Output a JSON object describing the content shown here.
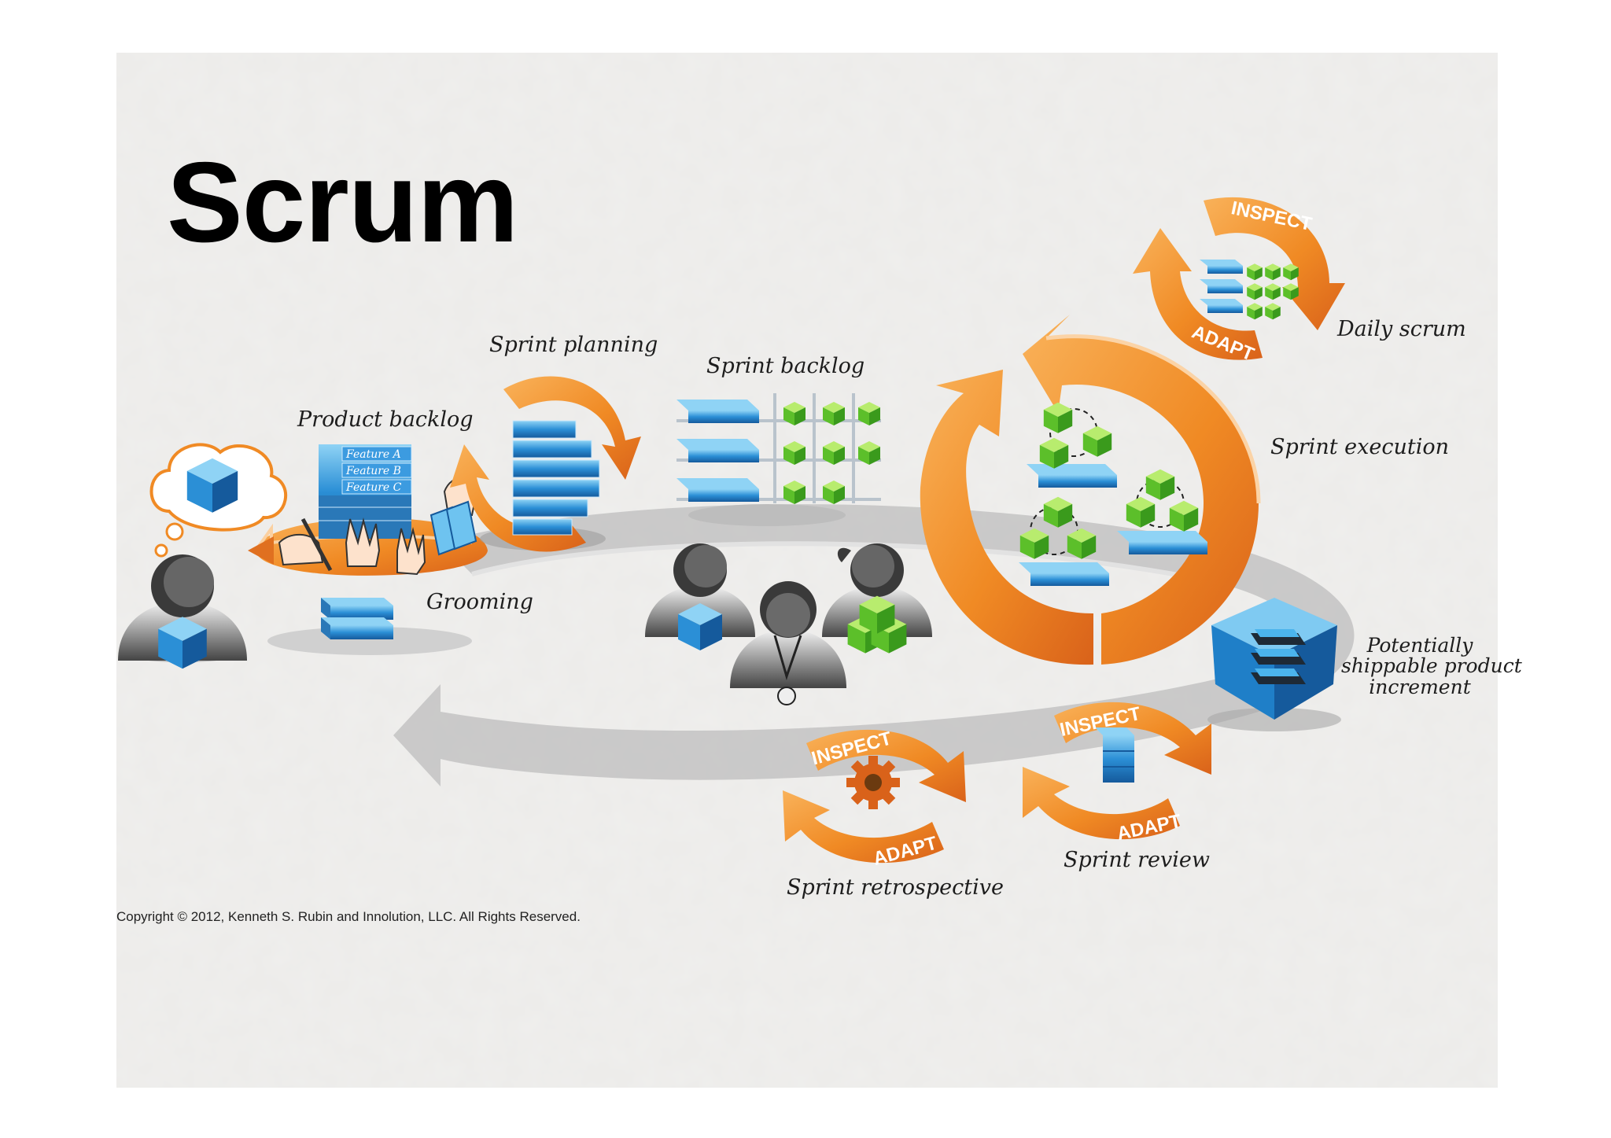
{
  "title": "Scrum",
  "copyright": "Copyright © 2012, Kenneth S. Rubin and Innolution, LLC. All Rights Reserved.",
  "labels": {
    "product_backlog": "Product backlog",
    "feature_a": "Feature A",
    "feature_b": "Feature B",
    "feature_c": "Feature C",
    "grooming": "Grooming",
    "sprint_planning": "Sprint planning",
    "sprint_backlog": "Sprint backlog",
    "daily_scrum": "Daily scrum",
    "sprint_execution": "Sprint execution",
    "potentially_shippable_line1": "Potentially",
    "potentially_shippable_line2": "shippable product",
    "potentially_shippable_line3": "increment",
    "sprint_review": "Sprint review",
    "sprint_retrospective": "Sprint retrospective",
    "inspect": "INSPECT",
    "adapt": "ADAPT"
  },
  "colors": {
    "orange": "#f08a24",
    "orange_dark": "#d9621a",
    "blue": "#1f7fc8",
    "blue_light": "#6ec3f0",
    "green": "#5cbf2a",
    "track": "#c9c9c9",
    "person": "#555555"
  },
  "icons": [
    "thought-cloud-icon",
    "product-owner-icon",
    "scrum-team-icon",
    "gear-icon",
    "increment-cube-icon"
  ]
}
